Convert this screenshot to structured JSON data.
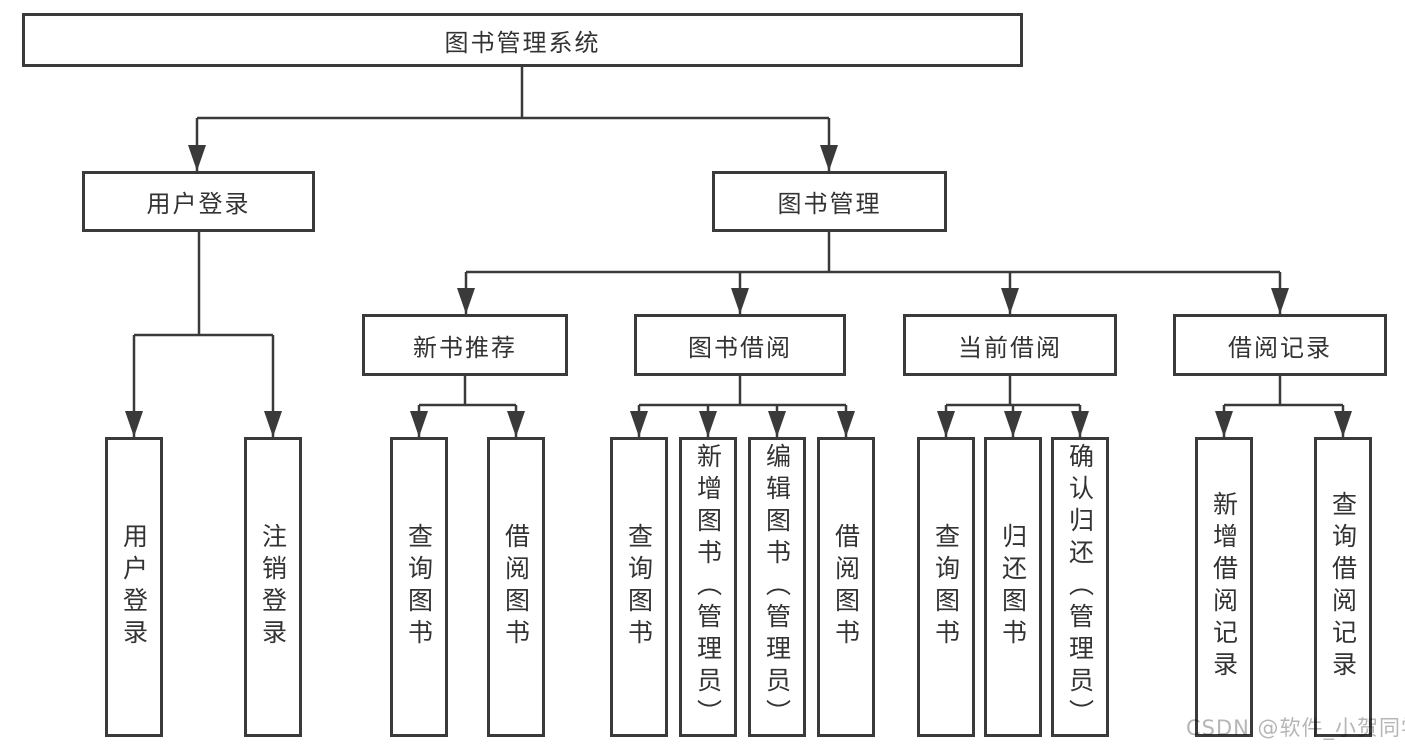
{
  "title": "图书管理系统",
  "watermark": "CSDN @软件_小贺同学",
  "diagram": {
    "type": "hierarchy",
    "root": {
      "label": "图书管理系统",
      "children": [
        {
          "label": "用户登录",
          "children": [
            {
              "label": "用户登录"
            },
            {
              "label": "注销登录"
            }
          ]
        },
        {
          "label": "图书管理",
          "children": [
            {
              "label": "新书推荐",
              "children": [
                {
                  "label": "查询图书"
                },
                {
                  "label": "借阅图书"
                }
              ]
            },
            {
              "label": "图书借阅",
              "children": [
                {
                  "label": "查询图书"
                },
                {
                  "label": "新增图书（管理员）"
                },
                {
                  "label": "编辑图书（管理员）"
                },
                {
                  "label": "借阅图书"
                }
              ]
            },
            {
              "label": "当前借阅",
              "children": [
                {
                  "label": "查询图书"
                },
                {
                  "label": "归还图书"
                },
                {
                  "label": "确认归还（管理员）"
                }
              ]
            },
            {
              "label": "借阅记录",
              "children": [
                {
                  "label": "新增借阅记录"
                },
                {
                  "label": "查询借阅记录"
                }
              ]
            }
          ]
        }
      ]
    },
    "colors": {
      "line": "#3a3a3a",
      "border": "#3a3a3a",
      "text": "#333333",
      "watermark_text": "#b6b6b6",
      "background": "#ffffff"
    }
  }
}
